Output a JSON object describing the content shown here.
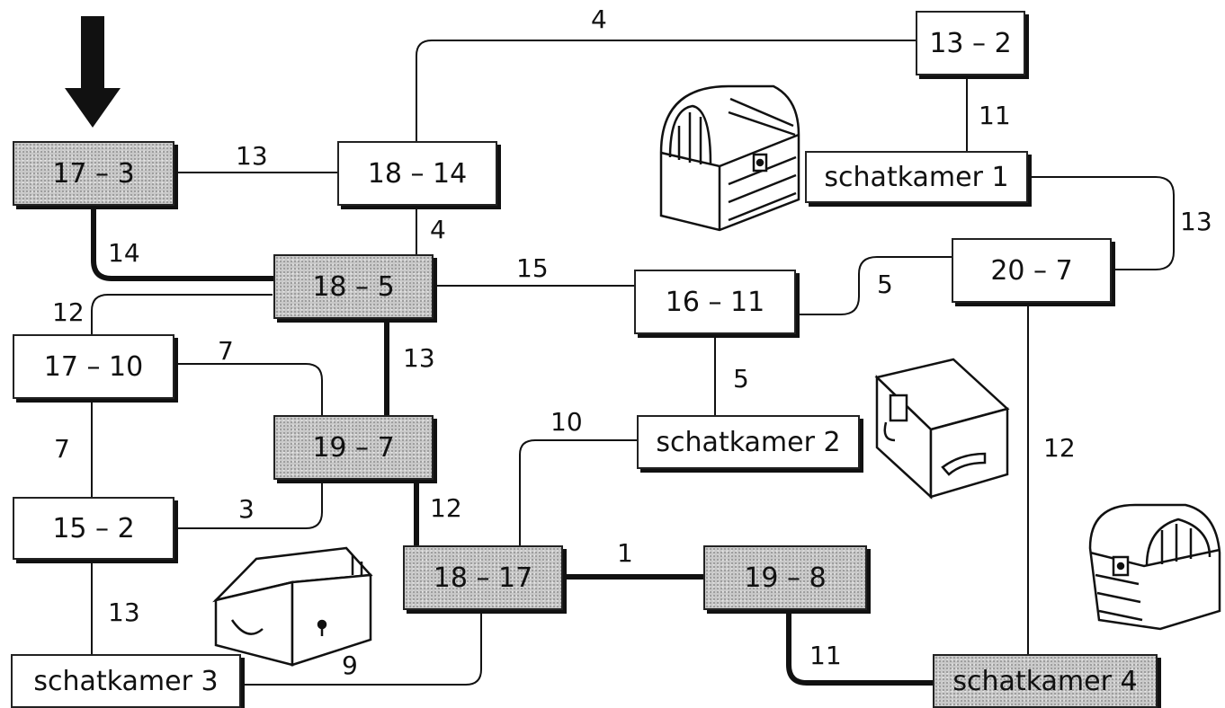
{
  "nodes": {
    "n17_3": "17 – 3",
    "n18_14": "18 – 14",
    "n13_2": "13 – 2",
    "n18_5": "18 – 5",
    "n17_10": "17 – 10",
    "n16_11": "16 – 11",
    "n20_7": "20 – 7",
    "n19_7": "19 – 7",
    "n15_2": "15 – 2",
    "n18_17": "18 – 17",
    "n19_8": "19 – 8",
    "schat1": "schatkamer 1",
    "schat2": "schatkamer 2",
    "schat3": "schatkamer 3",
    "schat4": "schatkamer 4"
  },
  "edges": {
    "e17_3_18_14": "13",
    "e17_3_18_5": "14",
    "e18_14_13_2": "4",
    "e18_14_18_5": "4",
    "e13_2_schat1": "11",
    "e18_5_16_11": "15",
    "e18_5_17_10": "12",
    "e18_5_19_7": "13",
    "e17_10_19_7": "7",
    "e17_10_15_2": "7",
    "e15_2_19_7": "3",
    "e19_7_18_17": "12",
    "e15_2_schat3": "13",
    "e18_17_schat3": "9",
    "e18_17_schat2": "10",
    "e18_17_19_8": "1",
    "e19_8_schat4": "11",
    "e16_11_schat2": "5",
    "e16_11_20_7": "5",
    "e20_7_schat1": "13",
    "e20_7_schat4": "12"
  },
  "icons": [
    "start-arrow-icon",
    "treasure-chest-icon",
    "treasure-box-icon",
    "treasure-trunk-icon"
  ]
}
